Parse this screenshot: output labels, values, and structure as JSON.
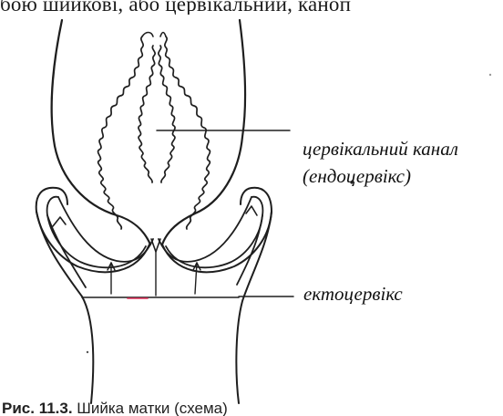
{
  "header_text": "бою шийкові, або цервікальний, каноп",
  "labels": {
    "cervical_canal": "цервікальний канал",
    "endocervix": "(ендоцервікс)",
    "ectocervix": "ектоцервікс"
  },
  "caption": {
    "figure_number": "Рис. 11.3.",
    "text": "Шийка матки (схема)"
  }
}
